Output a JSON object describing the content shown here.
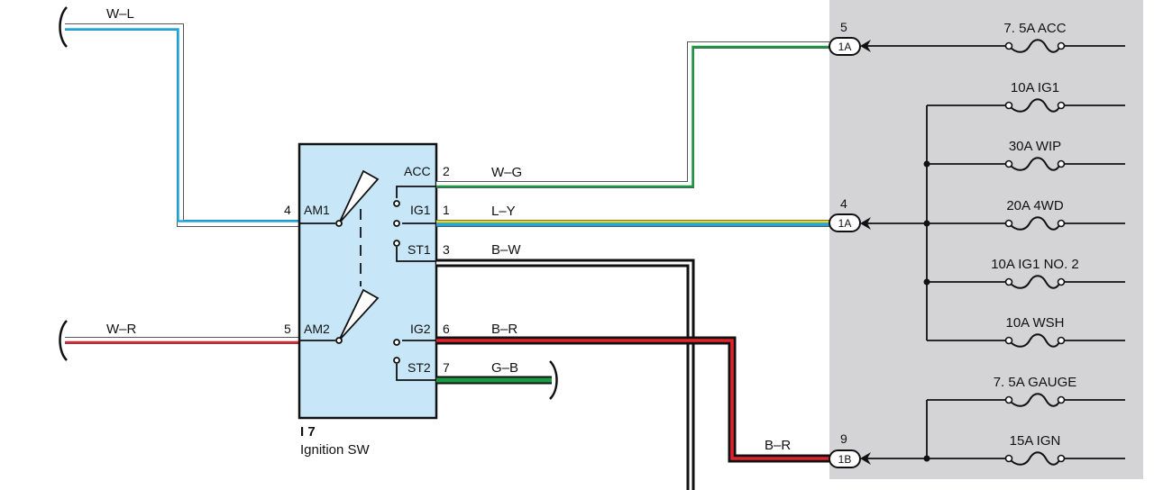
{
  "component": {
    "id": "I 7",
    "name": "Ignition SW",
    "terminals_left": [
      {
        "pin": "4",
        "name": "AM1"
      },
      {
        "pin": "5",
        "name": "AM2"
      }
    ],
    "terminals_right": [
      {
        "pin": "2",
        "name": "ACC"
      },
      {
        "pin": "1",
        "name": "IG1"
      },
      {
        "pin": "3",
        "name": "ST1"
      },
      {
        "pin": "6",
        "name": "IG2"
      },
      {
        "pin": "7",
        "name": "ST2"
      }
    ]
  },
  "wires": {
    "w_l": "W–L",
    "w_r": "W–R",
    "w_g": "W–G",
    "l_y": "L–Y",
    "b_w": "B–W",
    "b_r": "B–R",
    "g_b": "G–B",
    "b_r_lower": "B–R"
  },
  "connectors": [
    {
      "pin": "5",
      "id": "1A"
    },
    {
      "pin": "4",
      "id": "1A"
    },
    {
      "pin": "9",
      "id": "1B"
    }
  ],
  "fuses": [
    "7. 5A ACC",
    "10A IG1",
    "30A WIP",
    "20A 4WD",
    "10A IG1 NO. 2",
    "10A WSH",
    "7. 5A GAUGE",
    "15A IGN"
  ],
  "colors": {
    "switch_fill": "#c7e6f7",
    "junction_panel": "#d4d4d6",
    "white": "#ffffff",
    "blue": "#1ea7e1",
    "green": "#1a9b43",
    "yellow": "#f2d40f",
    "red": "#e2222c",
    "black": "#111111"
  }
}
